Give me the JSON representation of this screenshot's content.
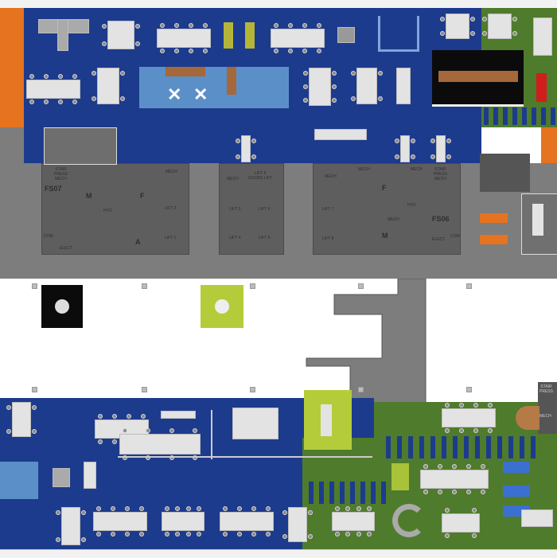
{
  "floor_plan": {
    "colors": {
      "zone_blue": "#1d3b8c",
      "zone_green": "#4f7b2c",
      "zone_orange": "#e6731f",
      "core_gray": "#5e5e5e",
      "corridor_gray": "#7d7d7d",
      "accent_lime": "#b5cc3a",
      "accent_lightblue": "#5b8fc8"
    },
    "core_west": {
      "stair": "STAIR\nPRESS\nMECH",
      "fs": "FS07",
      "m": "M",
      "f": "F",
      "hyd": "HYD",
      "mech": "MECH",
      "lift2": "LIFT 2",
      "lift1": "LIFT 1",
      "a": "A",
      "com": "COM",
      "elect": "ELECT"
    },
    "core_center": {
      "mech": "MECH",
      "goods": "LIFT 8\nGOODS LIFT",
      "lift3": "LIFT 3",
      "lift6": "LIFT 6",
      "lift4": "LIFT 4",
      "lift5": "LIFT 5"
    },
    "core_east": {
      "mech1": "MECH",
      "mech2": "MECH",
      "mech3": "MECH",
      "stair": "STAIR\nPRESS\nMECH",
      "f": "F",
      "hyd": "HYD",
      "lift7": "LIFT 7",
      "lift8": "LIFT 8",
      "mech4": "MECH",
      "fs": "FS06",
      "m": "M",
      "elect": "ELECT",
      "com": "COM"
    },
    "east_stair": {
      "label": "STAIR\nPRESS",
      "mech": "MECH"
    }
  }
}
